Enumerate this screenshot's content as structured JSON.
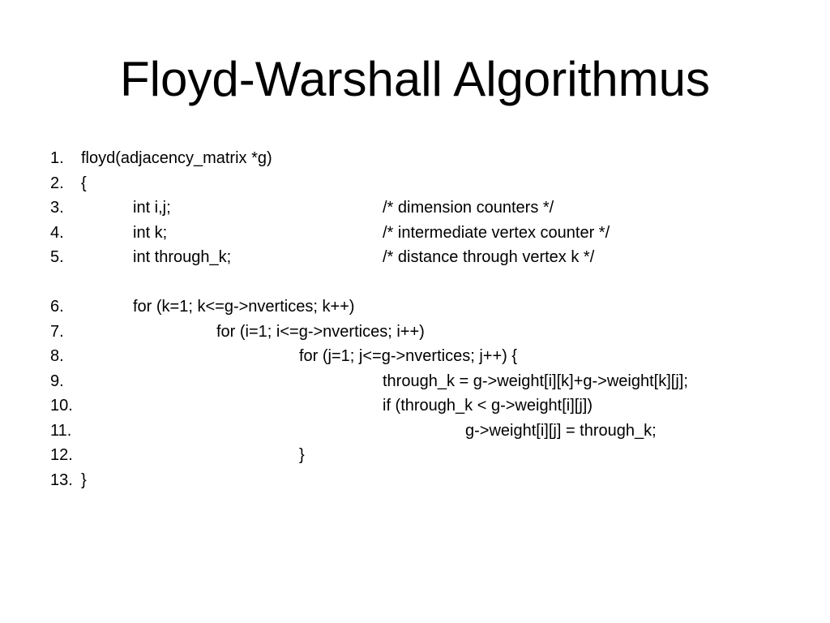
{
  "title": "Floyd-Warshall Algorithmus",
  "code_lines": [
    {
      "num": "1.",
      "text": "floyd(adjacency_matrix *g)",
      "comment": ""
    },
    {
      "num": "2.",
      "text": "{",
      "comment": ""
    },
    {
      "num": "3.",
      "text": "int i,j;",
      "comment": "/* dimension counters */"
    },
    {
      "num": "4.",
      "text": "int k;",
      "comment": "/* intermediate vertex counter */"
    },
    {
      "num": "5.",
      "text": "int through_k;",
      "comment": "/* distance through vertex k */"
    },
    {
      "num": "6.",
      "text": "for (k=1; k<=g->nvertices; k++)",
      "comment": ""
    },
    {
      "num": "7.",
      "text": "for (i=1; i<=g->nvertices; i++)",
      "comment": ""
    },
    {
      "num": "8.",
      "text": "for (j=1; j<=g->nvertices; j++) {",
      "comment": ""
    },
    {
      "num": "9.",
      "text": "through_k = g->weight[i][k]+g->weight[k][j];",
      "comment": ""
    },
    {
      "num": "10.",
      "text": "if (through_k < g->weight[i][j])",
      "comment": ""
    },
    {
      "num": "11.",
      "text": "g->weight[i][j] = through_k;",
      "comment": ""
    },
    {
      "num": "12.",
      "text": "}",
      "comment": ""
    },
    {
      "num": "13.",
      "text": "}",
      "comment": ""
    }
  ]
}
